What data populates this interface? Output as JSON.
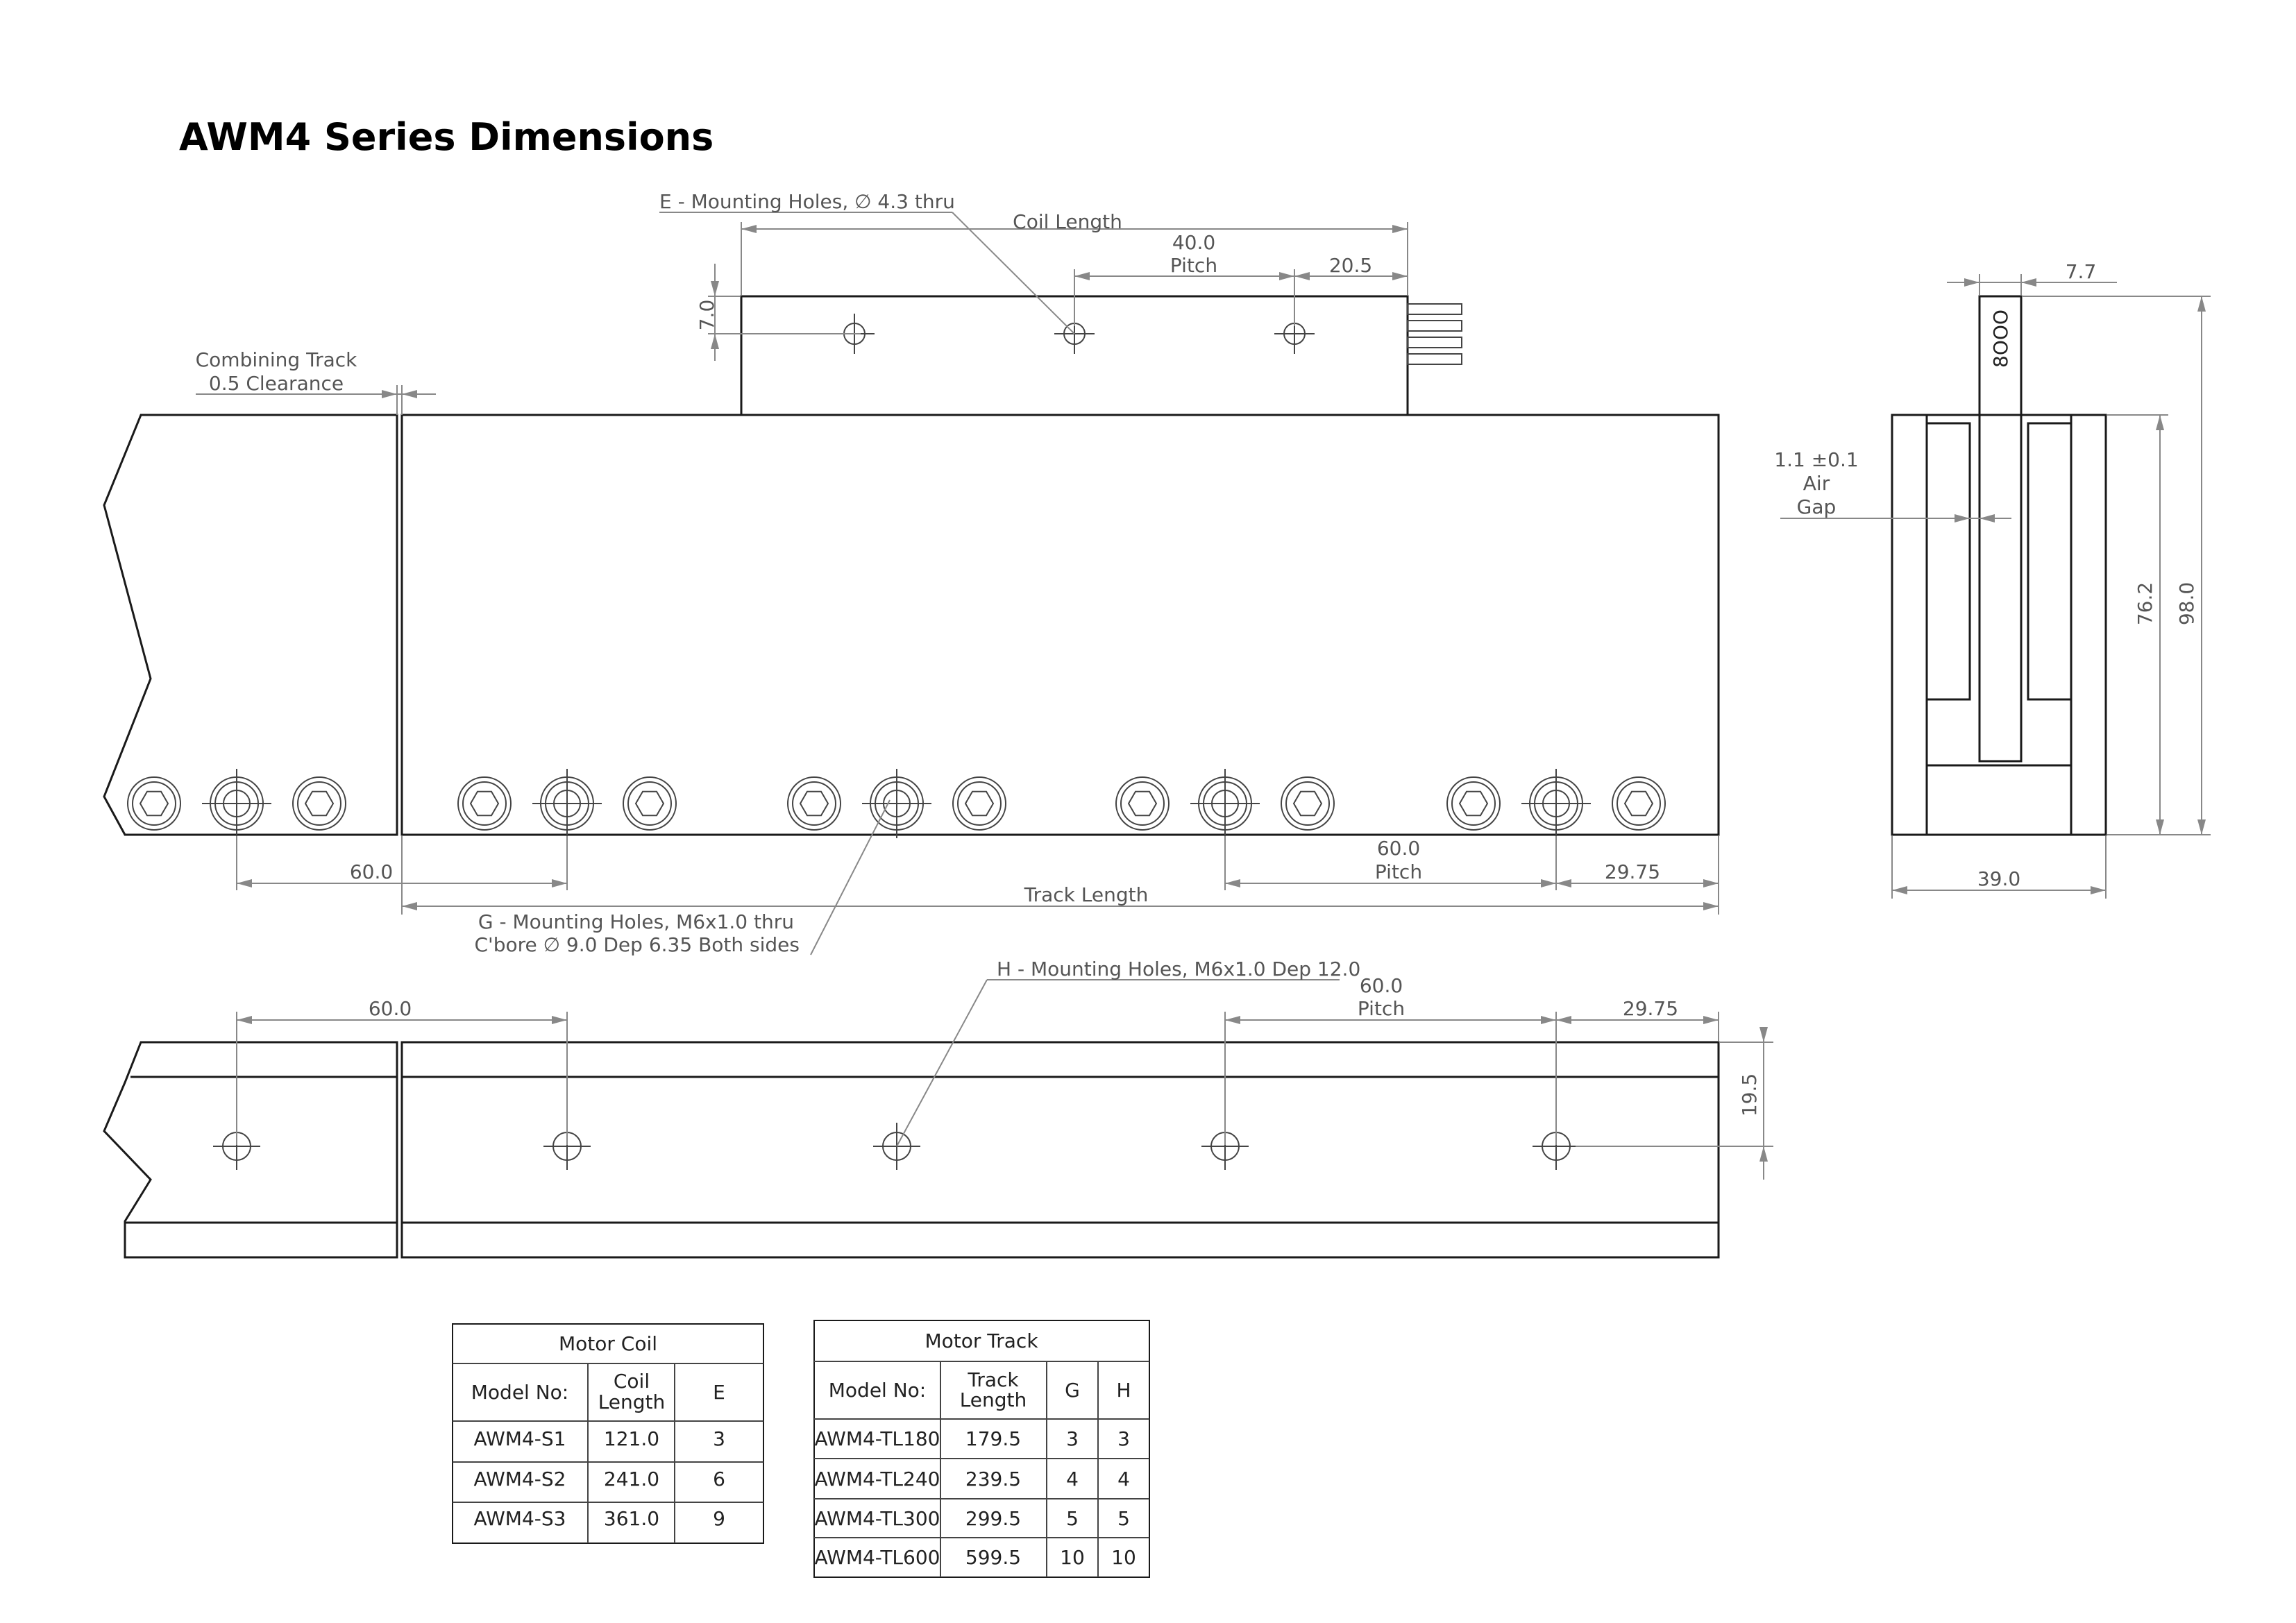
{
  "title": "AWM4 Series Dimensions",
  "labels": {
    "e_holes": "E - Mounting Holes, ∅ 4.3  thru",
    "coil_length": "Coil Length",
    "d_40": "40.0",
    "pitch": "Pitch",
    "d_20_5": "20.5",
    "d_7_0": "7.0",
    "combining_1": "Combining Track",
    "combining_2": "0.5 Clearance",
    "d_7_7": "7.7",
    "airgap_1": "1.1 ±0.1",
    "airgap_2": "Air",
    "airgap_3": "Gap",
    "d_76_2": "76.2",
    "d_98_0": "98.0",
    "d_39_0": "39.0",
    "d_60": "60.0",
    "d_29_75": "29.75",
    "track_length": "Track Length",
    "g_holes_1": "G - Mounting Holes, M6x1.0 thru",
    "g_holes_2": "C'bore  ∅ 9.0 Dep 6.35 Both sides",
    "h_holes": "H - Mounting Holes, M6x1.0 Dep 12.0",
    "d_19_5": "19.5",
    "connector_text": "8OOO"
  },
  "motor_coil": {
    "title": "Motor Coil",
    "headers": [
      "Model No:",
      "Coil",
      "Length",
      "E"
    ],
    "rows": [
      [
        "AWM4-S1",
        "121.0",
        "3"
      ],
      [
        "AWM4-S2",
        "241.0",
        "6"
      ],
      [
        "AWM4-S3",
        "361.0",
        "9"
      ]
    ]
  },
  "motor_track": {
    "title": "Motor Track",
    "headers": [
      "Model No:",
      "Track",
      "Length",
      "G",
      "H"
    ],
    "rows": [
      [
        "AWM4-TL180",
        "179.5",
        "3",
        "3"
      ],
      [
        "AWM4-TL240",
        "239.5",
        "4",
        "4"
      ],
      [
        "AWM4-TL300",
        "299.5",
        "5",
        "5"
      ],
      [
        "AWM4-TL600",
        "599.5",
        "10",
        "10"
      ]
    ]
  }
}
